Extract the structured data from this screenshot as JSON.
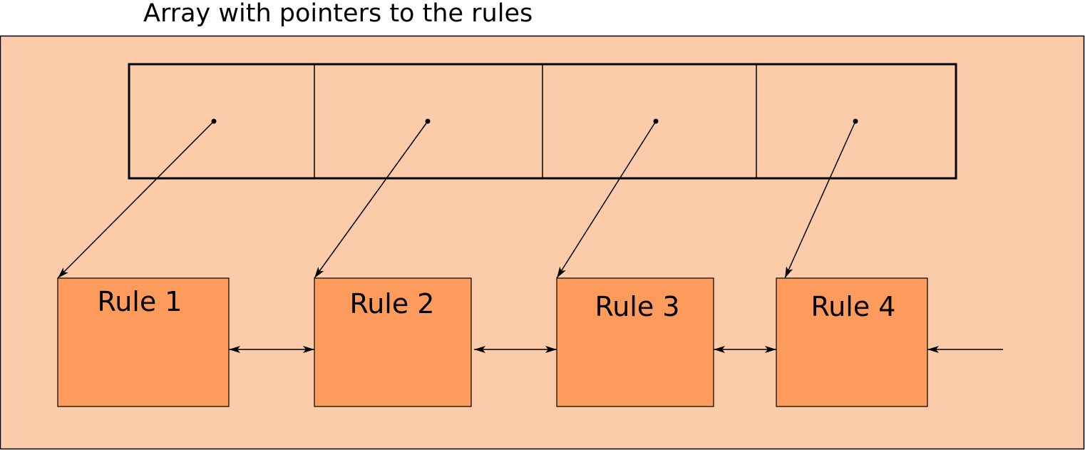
{
  "title": "Array with pointers to the rules",
  "colors": {
    "background_panel": "#fccbaa",
    "rule_box": "#fd9b5c",
    "stroke": "#000000"
  },
  "array": {
    "slots": 4
  },
  "rules": [
    {
      "label": "Rule 1"
    },
    {
      "label": "Rule 2"
    },
    {
      "label": "Rule 3"
    },
    {
      "label": "Rule 4"
    }
  ]
}
